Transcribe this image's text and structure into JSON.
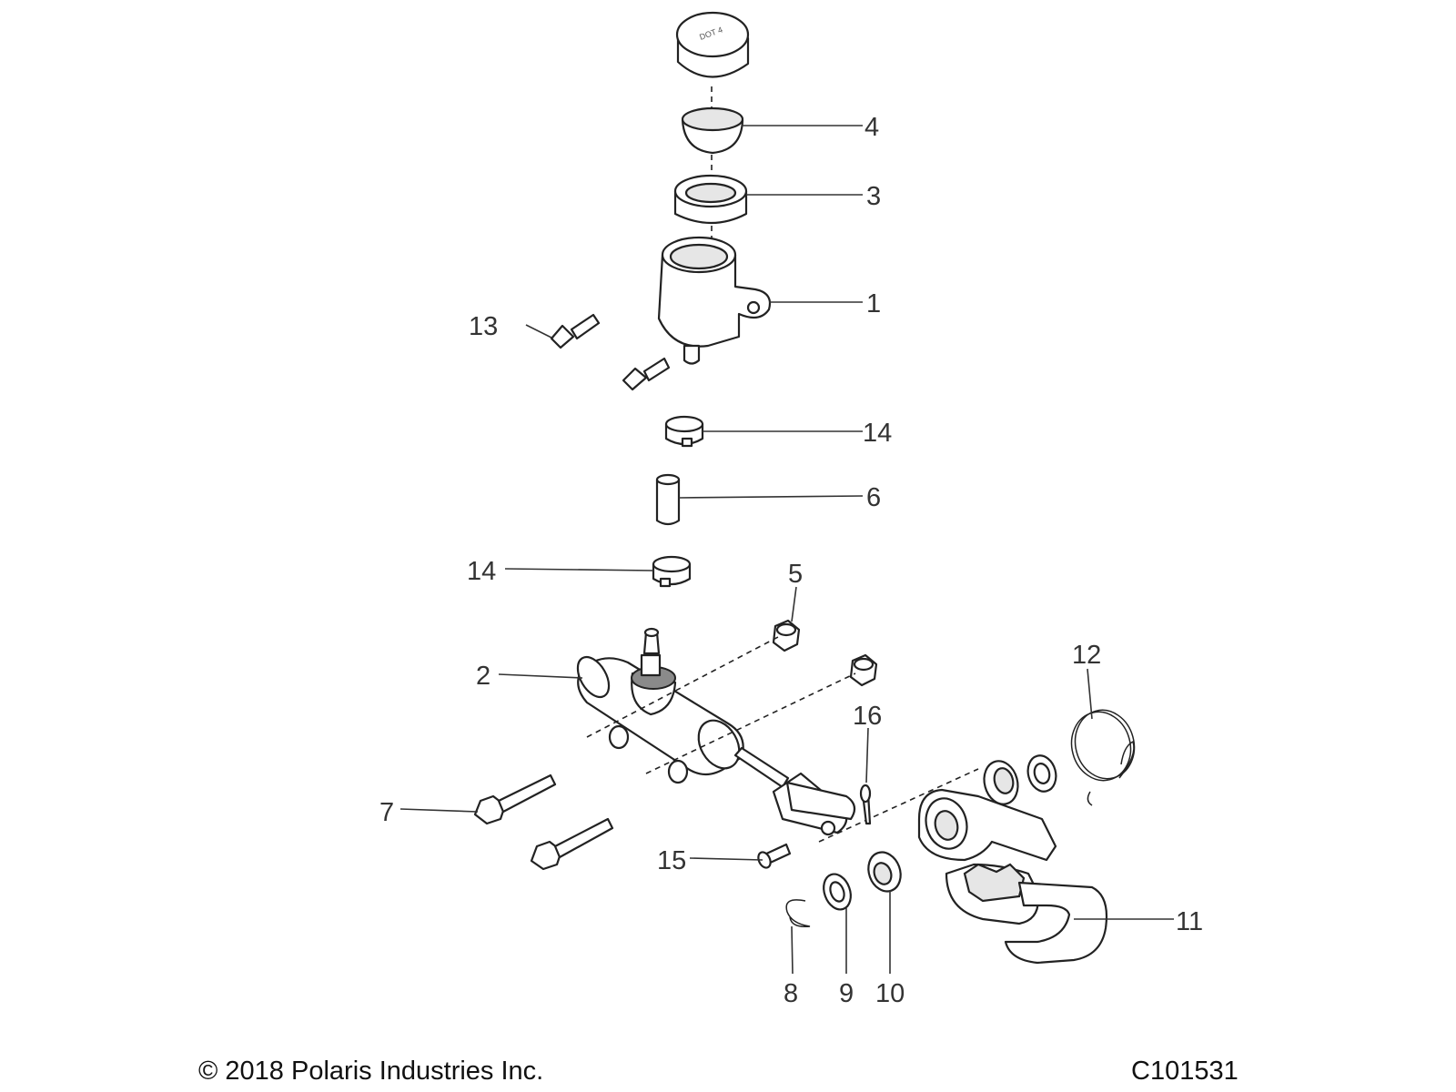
{
  "diagram": {
    "callouts": [
      {
        "id": "c4",
        "label": "4"
      },
      {
        "id": "c3",
        "label": "3"
      },
      {
        "id": "c1",
        "label": "1"
      },
      {
        "id": "c13",
        "label": "13"
      },
      {
        "id": "c14a",
        "label": "14"
      },
      {
        "id": "c6",
        "label": "6"
      },
      {
        "id": "c14b",
        "label": "14"
      },
      {
        "id": "c5",
        "label": "5"
      },
      {
        "id": "c2",
        "label": "2"
      },
      {
        "id": "c12",
        "label": "12"
      },
      {
        "id": "c16",
        "label": "16"
      },
      {
        "id": "c7",
        "label": "7"
      },
      {
        "id": "c15",
        "label": "15"
      },
      {
        "id": "c11",
        "label": "11"
      },
      {
        "id": "c8",
        "label": "8"
      },
      {
        "id": "c9",
        "label": "9"
      },
      {
        "id": "c10",
        "label": "10"
      }
    ]
  },
  "footer": {
    "copyright": "© 2018 Polaris Industries Inc.",
    "figure_code": "C101531"
  }
}
